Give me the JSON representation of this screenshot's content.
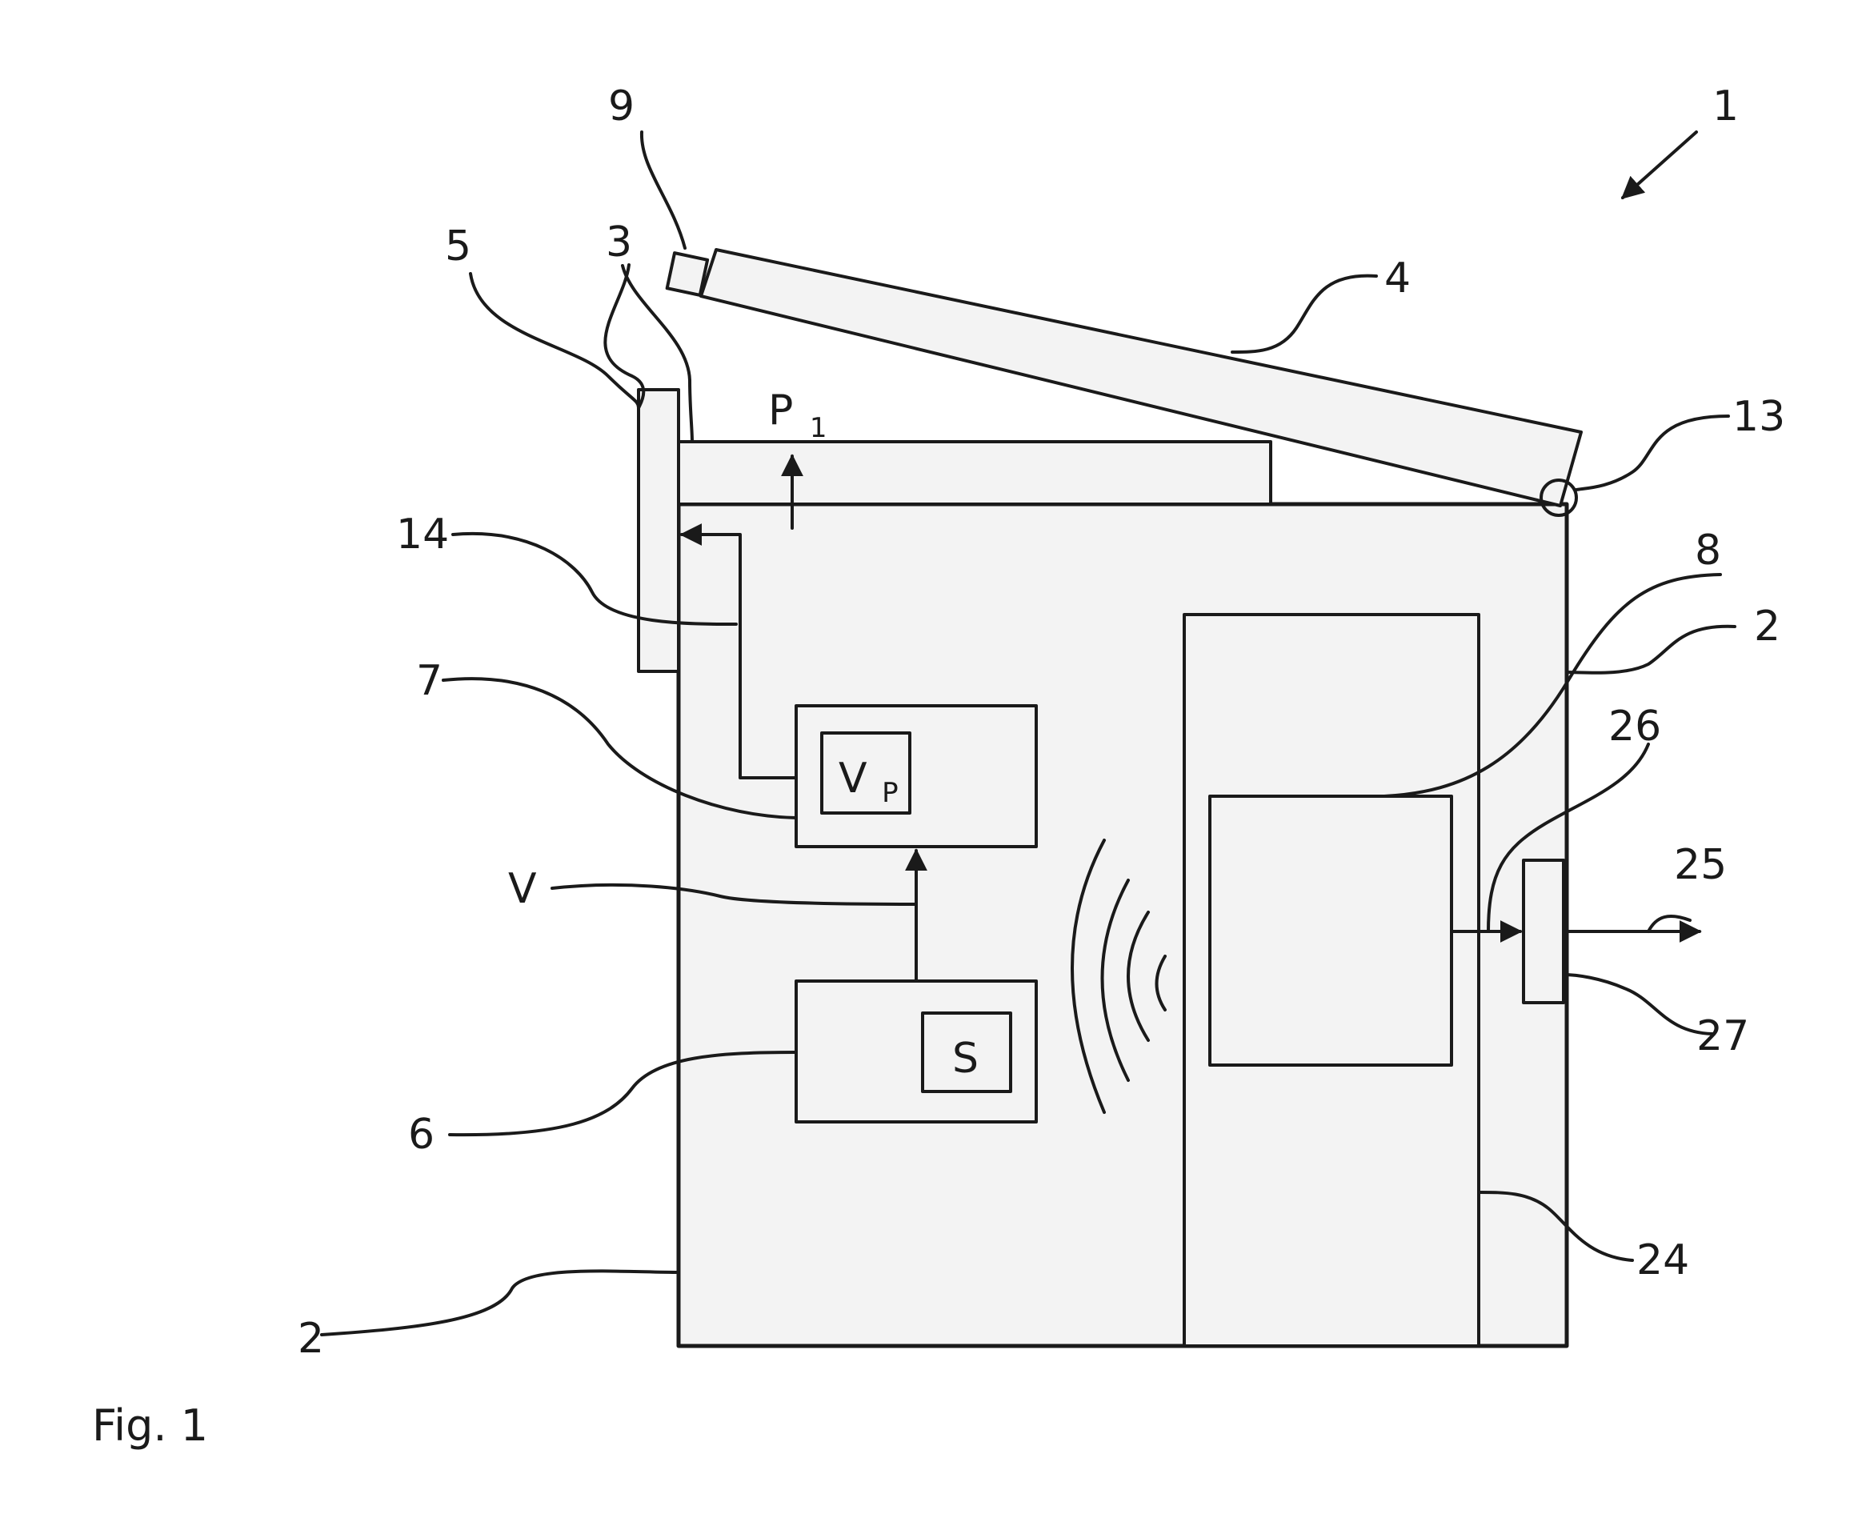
{
  "figure": {
    "caption": "Fig. 1",
    "labels": {
      "device": "1",
      "housing": "2",
      "opening": "3",
      "lid": "4",
      "element_5": "5",
      "sensor_unit": "6",
      "control_unit": "7",
      "element_8": "8",
      "element_9": "9",
      "hinge": "13",
      "element_14": "14",
      "element_24": "24",
      "arrow_25": "25",
      "element_26": "26",
      "element_27": "27",
      "signal_v": "V"
    },
    "box_texts": {
      "s": "S",
      "vp_main": "V",
      "vp_sub": "P"
    },
    "position_label": {
      "main": "P",
      "sub": "1"
    }
  }
}
